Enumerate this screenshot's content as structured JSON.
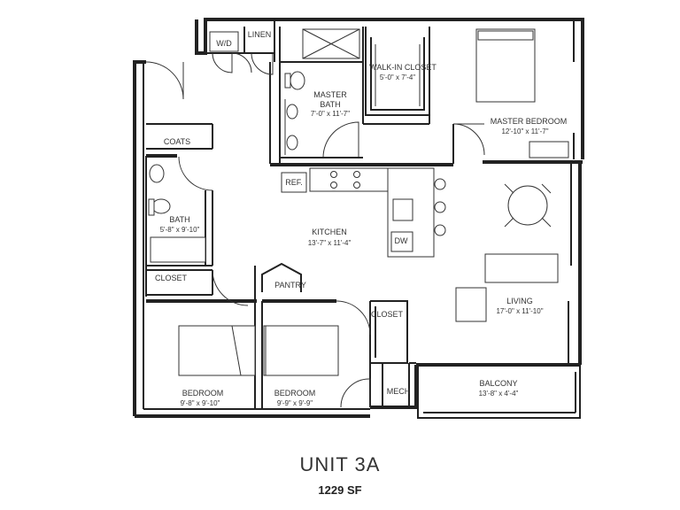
{
  "plan": {
    "title": "UNIT 3A",
    "area": "1229 SF",
    "rooms": {
      "master_bedroom": {
        "name": "MASTER BEDROOM",
        "dims": "12'-10\" x 11'-7\""
      },
      "walk_in_closet": {
        "name": "WALK-IN CLOSET",
        "dims": "5'-0\" x 7'-4\""
      },
      "master_bath": {
        "name_line1": "MASTER",
        "name_line2": "BATH",
        "dims": "7'-0\" x 11'-7\""
      },
      "kitchen": {
        "name": "KITCHEN",
        "dims": "13'-7\" x 11'-4\""
      },
      "living": {
        "name": "LIVING",
        "dims": "17'-0\" x 11'-10\""
      },
      "bath": {
        "name": "BATH",
        "dims": "5'-8\" x 9'-10\""
      },
      "bedroom_1": {
        "name": "BEDROOM",
        "dims": "9'-8\" x 9'-10\""
      },
      "bedroom_2": {
        "name": "BEDROOM",
        "dims": "9'-9\" x 9'-9\""
      },
      "balcony": {
        "name": "BALCONY",
        "dims": "13'-8\" x 4'-4\""
      }
    },
    "labels": {
      "wd": "W/D",
      "linen": "LINEN",
      "coats": "COATS",
      "closet_hall": "CLOSET",
      "closet_bed": "CLOSET",
      "pantry": "PANTRY",
      "ref": "REF.",
      "dw": "DW",
      "mech": "MECH"
    }
  }
}
